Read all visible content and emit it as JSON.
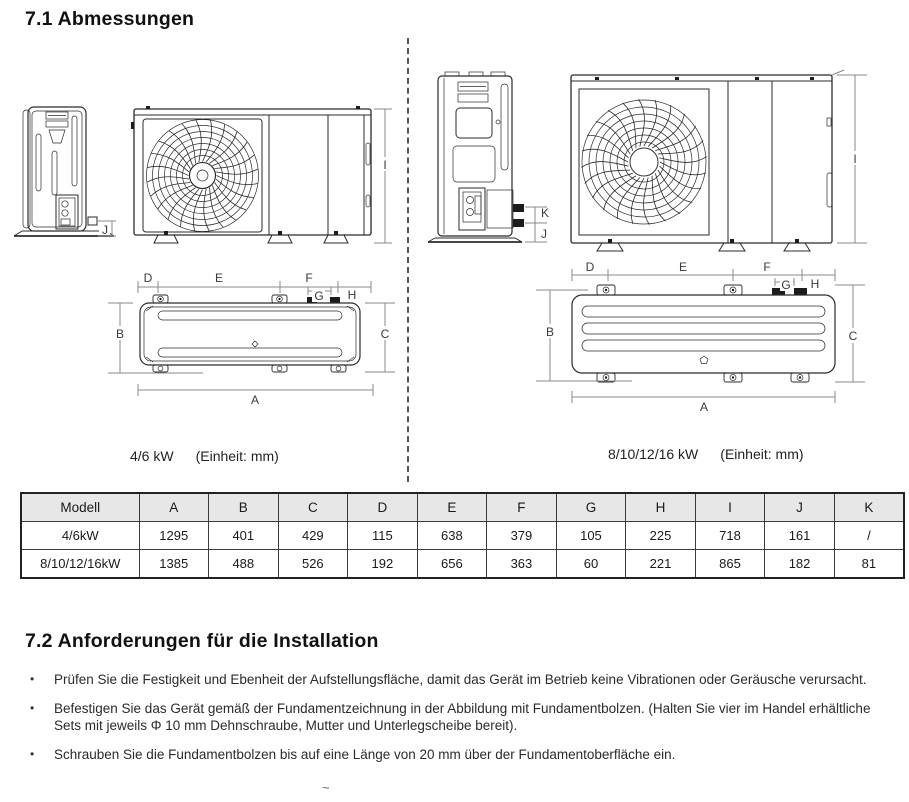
{
  "sections": {
    "dimensions_title": "7.1 Abmessungen",
    "installation_title": "7.2 Anforderungen für die Installation"
  },
  "dim_labels": {
    "A": "A",
    "B": "B",
    "C": "C",
    "D": "D",
    "E": "E",
    "F": "F",
    "G": "G",
    "H": "H",
    "I": "I",
    "J": "J",
    "K": "K"
  },
  "diagrams": {
    "left_caption_model": "4/6 kW",
    "right_caption_model": "8/10/12/16 kW",
    "unit_note": "(Einheit: mm)"
  },
  "table": {
    "headers": [
      "Modell",
      "A",
      "B",
      "C",
      "D",
      "E",
      "F",
      "G",
      "H",
      "I",
      "J",
      "K"
    ],
    "rows": [
      [
        "4/6kW",
        "1295",
        "401",
        "429",
        "115",
        "638",
        "379",
        "105",
        "225",
        "718",
        "161",
        "/"
      ],
      [
        "8/10/12/16kW",
        "1385",
        "488",
        "526",
        "192",
        "656",
        "363",
        "60",
        "221",
        "865",
        "182",
        "81"
      ]
    ]
  },
  "installation": {
    "bullet_char": "•",
    "bullets": [
      "Prüfen Sie die Festigkeit und Ebenheit der Aufstellungsfläche, damit das Gerät im Betrieb keine Vibrationen oder Geräusche verursacht.",
      "Befestigen Sie das Gerät gemäß der Fundamentzeichnung in der Abbildung mit Fundamentbolzen. (Halten Sie vier im Handel erhältliche Sets mit jeweils Φ 10 mm Dehnschraube, Mutter und Unterlegscheibe bereit).",
      "Schrauben Sie die Fundamentbolzen bis auf eine Länge von 20 mm über der Fundamentoberfläche ein."
    ]
  },
  "artifacts": {
    "stray_mark": "~"
  }
}
